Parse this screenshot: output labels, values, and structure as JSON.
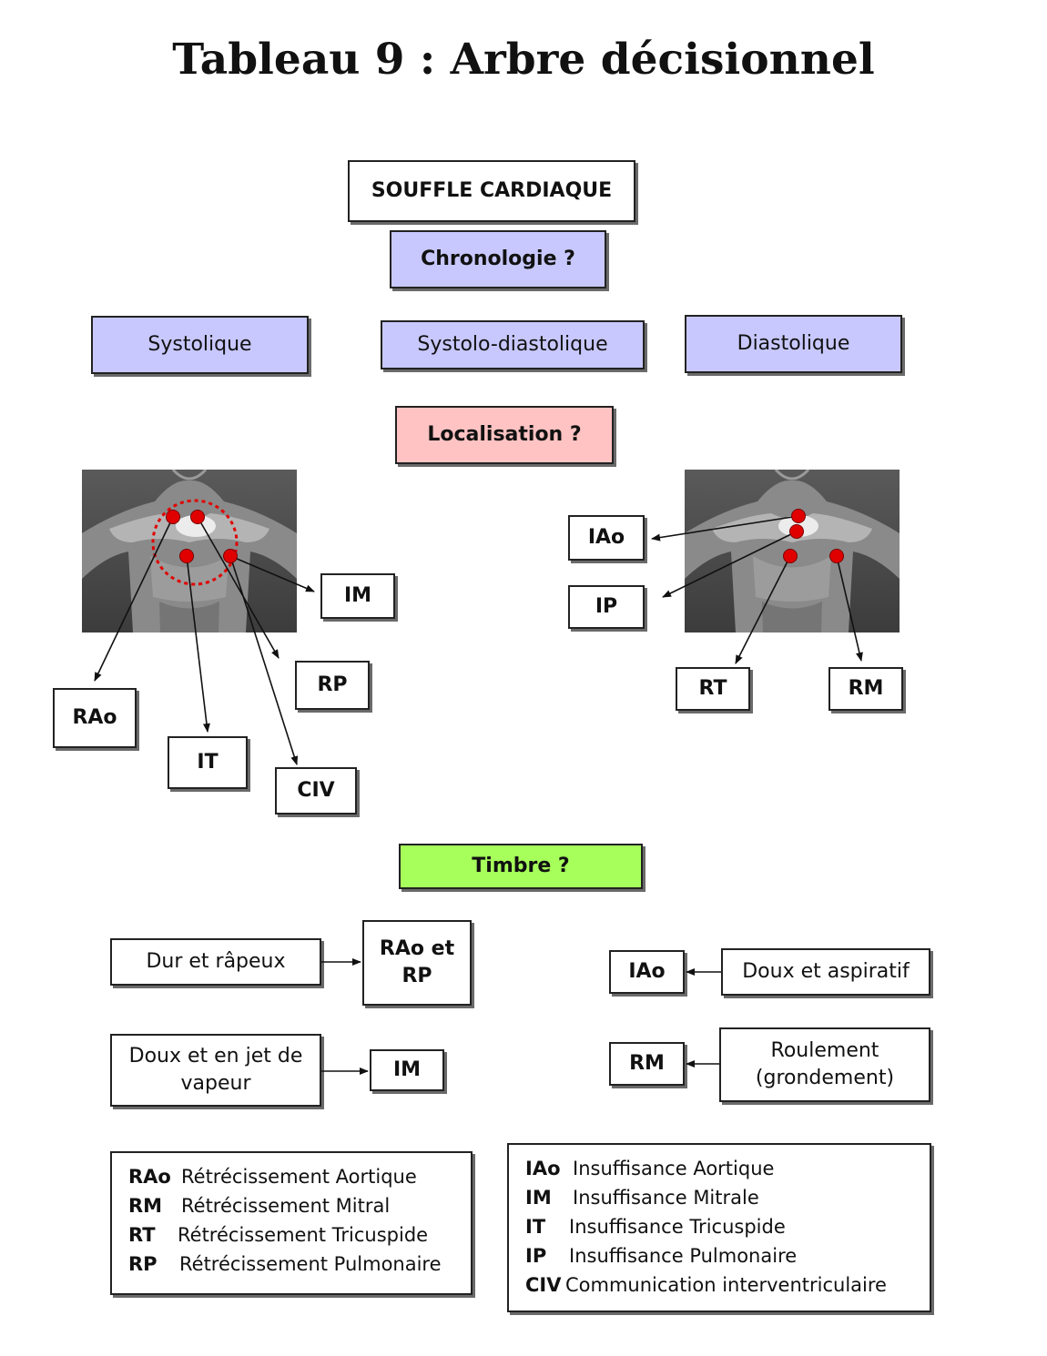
{
  "title": "Tableau 9 : Arbre décisionnel",
  "nodes": {
    "souffle": "SOUFFLE CARDIAQUE",
    "chronologie": "Chronologie ?",
    "systolique": "Systolique",
    "systolo_diastolique": "Systolo-diastolique",
    "diastolique": "Diastolique",
    "localisation": "Localisation ?",
    "timbre": "Timbre ?"
  },
  "left_locations": {
    "im": "IM",
    "rp": "RP",
    "rao": "RAo",
    "it": "IT",
    "civ": "CIV"
  },
  "right_locations": {
    "iao": "IAo",
    "ip": "IP",
    "rt": "RT",
    "rm": "RM"
  },
  "timbre": {
    "dur": "Dur et râpeux",
    "dur_result_line1": "RAo et",
    "dur_result_line2": "RP",
    "doux_jet_line1": "Doux et en jet de",
    "doux_jet_line2": "vapeur",
    "doux_jet_result": "IM",
    "doux_asp": "Doux et aspiratif",
    "doux_asp_result": "IAo",
    "roulement_line1": "Roulement",
    "roulement_line2": "(grondement)",
    "roulement_result": "RM"
  },
  "legend_left": [
    {
      "abbr": "RAo",
      "text": "Rétrécissement Aortique"
    },
    {
      "abbr": "RM",
      "text": "Rétrécissement Mitral"
    },
    {
      "abbr": "RT",
      "text": "Rétrécissement Tricuspide"
    },
    {
      "abbr": "RP",
      "text": "Rétrécissement Pulmonaire"
    }
  ],
  "legend_right": [
    {
      "abbr": "IAo",
      "text": "Insuffisance Aortique"
    },
    {
      "abbr": "IM",
      "text": "Insuffisance Mitrale"
    },
    {
      "abbr": "IT",
      "text": "Insuffisance Tricuspide"
    },
    {
      "abbr": "IP",
      "text": "Insuffisance Pulmonaire"
    },
    {
      "abbr": "CIV",
      "text": "Communication interventriculaire"
    }
  ],
  "colors": {
    "question_blue": "#c8c8ff",
    "localisation_pink": "#ffc3c3",
    "timbre_green": "#a6ff5a",
    "auscultation_dot": "#e00000"
  }
}
